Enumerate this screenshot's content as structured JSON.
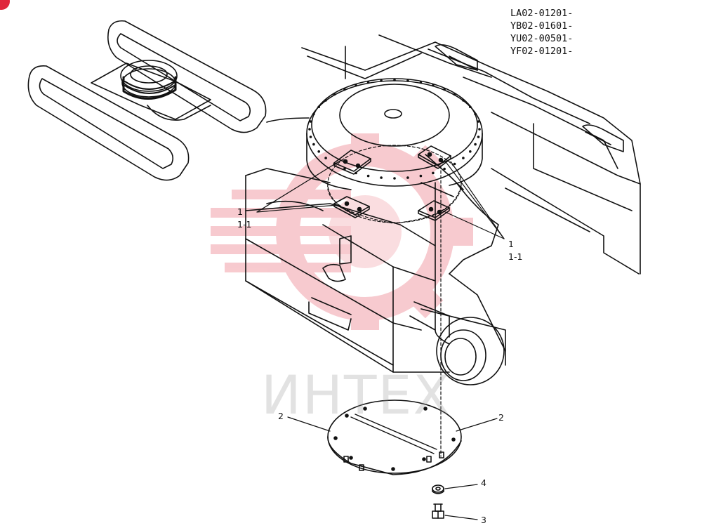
{
  "serial_numbers": [
    "LA02-01201-",
    "YB02-01601-",
    "YU02-00501-",
    "YF02-01201-"
  ],
  "callouts": {
    "left_upper": {
      "item": "1",
      "sub": "1-1"
    },
    "right_upper": {
      "item": "1",
      "sub": "1-1"
    },
    "cover_left": "2",
    "cover_right": "2",
    "washer": "4",
    "bolt": "3"
  },
  "watermark_text": "ИНТЕХ",
  "colors": {
    "line": "#111111",
    "watermark_logo": "#f2a0a8",
    "brand_dot": "#e0263c"
  }
}
